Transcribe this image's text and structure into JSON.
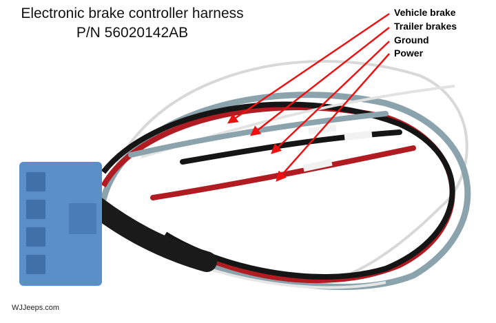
{
  "title": {
    "line1": "Electronic brake controller harness",
    "line2": "P/N 56020142AB"
  },
  "labels": [
    "Vehicle brake",
    "Trailer brakes",
    "Ground",
    "Power"
  ],
  "credit": "WJJeeps.com",
  "colors": {
    "arrow": "#ee1111",
    "connector": "#5a8fc8",
    "gray_wire": "#8aa3ad",
    "red_wire": "#b01c22",
    "black_wire": "#151515",
    "white_wire": "#e8e8e8"
  }
}
